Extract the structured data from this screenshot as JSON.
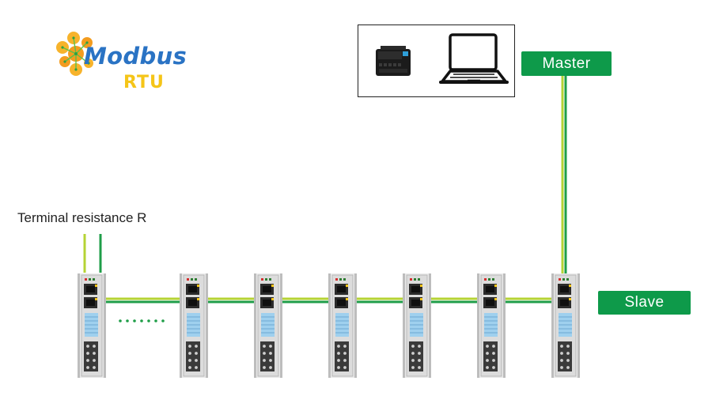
{
  "logo": {
    "title": "Modbus",
    "subtitle": "RTU"
  },
  "labels": {
    "master": "Master",
    "slave": "Slave",
    "terminal_resistance": "Terminal resistance R",
    "ellipsis": "......."
  },
  "devices": {
    "count": 7
  },
  "colors": {
    "tag_green": "#0e9a4a",
    "wire_light": "#b5d334",
    "wire_dark": "#1f9e48",
    "logo_blue": "#2a73c4",
    "logo_yellow": "#f5c518",
    "logo_orange": "#f39c1f"
  },
  "icons": {
    "master_devices": [
      "plc-icon",
      "laptop-icon"
    ],
    "logo": "modbus-logo-icon"
  }
}
